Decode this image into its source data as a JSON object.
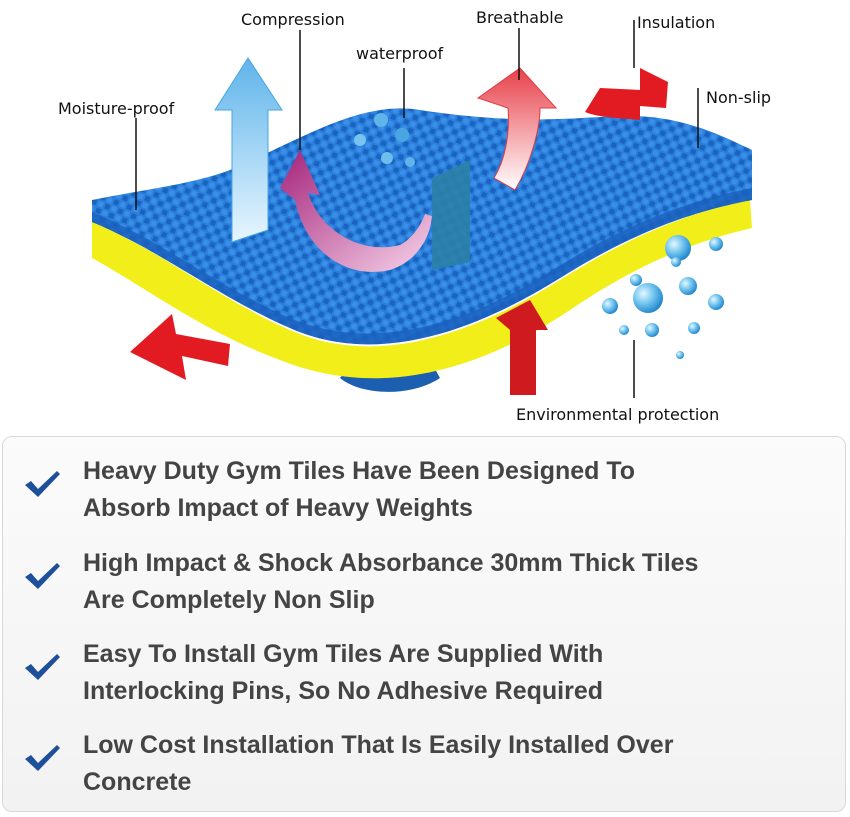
{
  "callouts": {
    "compression": "Compression",
    "breathable": "Breathable",
    "insulation": "Insulation",
    "waterproof": "waterproof",
    "non_slip": "Non-slip",
    "moisture_proof": "Moisture-proof",
    "environmental_protection": "Environmental protection"
  },
  "features": [
    {
      "line1": "Heavy Duty Gym Tiles Have Been Designed To",
      "line2": "Absorb Impact of Heavy Weights"
    },
    {
      "line1": "High Impact & Shock Absorbance 30mm Thick Tiles",
      "line2": "Are Completely Non Slip"
    },
    {
      "line1": "Easy To Install Gym Tiles Are Supplied With",
      "line2": "Interlocking Pins, So No Adhesive Required"
    },
    {
      "line1": "Low Cost Installation That Is Easily Installed Over",
      "line2": "Concrete"
    }
  ],
  "colors": {
    "mat_blue": "#1a6fd0",
    "mat_yellow": "#f2ee1a",
    "arrow_red": "#e21b22",
    "arrow_light_blue": "#7fc8ef",
    "arrow_magenta": "#b8328a",
    "check_blue": "#1e4f9a",
    "feature_text": "#444444"
  }
}
